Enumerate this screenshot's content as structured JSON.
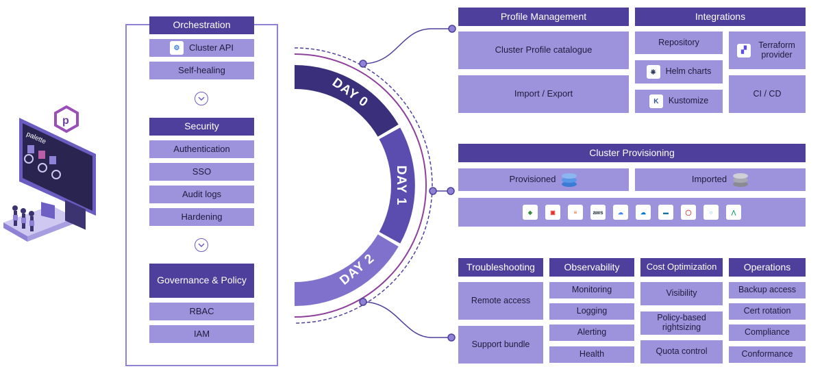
{
  "illustration": {
    "brand_text": "palette"
  },
  "orchestration": {
    "header": "Orchestration",
    "items": [
      "Cluster API",
      "Self-healing"
    ]
  },
  "security": {
    "header": "Security",
    "items": [
      "Authentication",
      "SSO",
      "Audit logs",
      "Hardening"
    ]
  },
  "governance": {
    "header": "Governance & Policy",
    "items": [
      "RBAC",
      "IAM"
    ]
  },
  "days": [
    "DAY 0",
    "DAY 1",
    "DAY 2"
  ],
  "profile_management": {
    "header": "Profile Management",
    "items": [
      "Cluster Profile catalogue",
      "Import / Export"
    ]
  },
  "integrations": {
    "header": "Integrations",
    "items": [
      "Repository",
      "Helm charts",
      "Kustomize",
      "Terraform provider",
      "CI / CD"
    ]
  },
  "cluster_provisioning": {
    "header": "Cluster Provisioning",
    "items": [
      "Provisioned",
      "Imported"
    ],
    "providers": [
      "azure-stack-icon",
      "openstack-icon",
      "maas-icon",
      "aws-icon",
      "gcp-icon",
      "azure-icon",
      "vmware-icon",
      "openshift-icon",
      "edge-icon",
      "nutanix-icon"
    ]
  },
  "troubleshooting": {
    "header": "Troubleshooting",
    "items": [
      "Remote access",
      "Support bundle"
    ]
  },
  "observability": {
    "header": "Observability",
    "items": [
      "Monitoring",
      "Logging",
      "Alerting",
      "Health"
    ]
  },
  "cost_optimization": {
    "header": "Cost Optimization",
    "items": [
      "Visibility",
      "Policy-based rightsizing",
      "Quota control"
    ]
  },
  "operations": {
    "header": "Operations",
    "items": [
      "Backup access",
      "Cert rotation",
      "Compliance",
      "Conformance"
    ]
  },
  "colors": {
    "header": "#4e3f9c",
    "item": "#9d93dd",
    "ring_dark": "#3a2f7a",
    "ring_mid": "#5b4db0",
    "ring_light": "#7f71cc"
  }
}
